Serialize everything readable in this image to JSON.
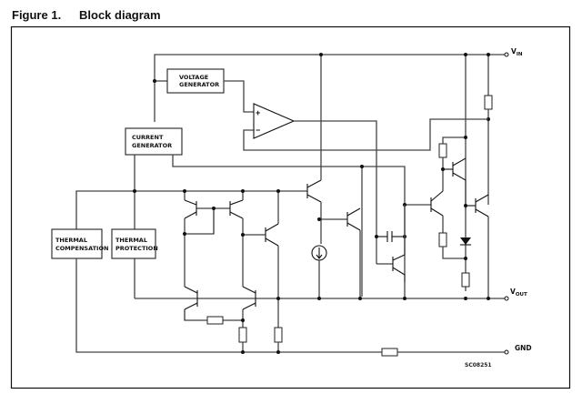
{
  "figure": {
    "number": "Figure 1.",
    "title": "Block diagram"
  },
  "blocks": {
    "voltage_generator": [
      "VOLTAGE",
      "GENERATOR"
    ],
    "current_generator": [
      "CURRENT",
      "GENERATOR"
    ],
    "thermal_compensation": [
      "THERMAL",
      "COMPENSATION"
    ],
    "thermal_protection": [
      "THERMAL",
      "PROTECTION"
    ]
  },
  "opamp": {
    "plus": "+",
    "minus": "−"
  },
  "pins": {
    "vin_main": "V",
    "vin_sub": "IN",
    "vout_main": "V",
    "vout_sub": "OUT",
    "gnd": "GND"
  },
  "drawing_code": "SC08251"
}
